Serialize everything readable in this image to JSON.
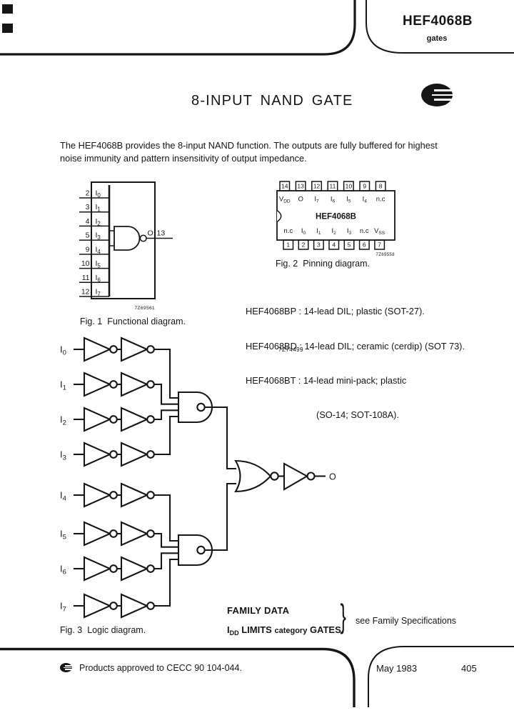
{
  "colors": {
    "ink": "#161616",
    "paper": "#ffffff"
  },
  "header": {
    "part_number": "HEF4068B",
    "category": "gates"
  },
  "title": "8-INPUT NAND GATE",
  "description": "The HEF4068B provides the 8-input NAND function. The outputs are fully buffered for highest noise immunity and pattern insensitivity of output impedance.",
  "fig1": {
    "caption": "Fig. 1  Functional diagram.",
    "code": "7Z69561",
    "output_label": "O",
    "output_pin": "13",
    "input_base": "I",
    "pins": [
      "2",
      "3",
      "4",
      "5",
      "9",
      "10",
      "11",
      "12"
    ],
    "input_subs": [
      "0",
      "1",
      "2",
      "3",
      "4",
      "5",
      "6",
      "7"
    ]
  },
  "fig2": {
    "caption": "Fig. 2  Pinning diagram.",
    "code": "7Z69558",
    "chip_label": "HEF4068B",
    "top_pins": [
      "14",
      "13",
      "12",
      "11",
      "10",
      "9",
      "8"
    ],
    "top_labels": [
      {
        "b": "V",
        "s": "DD"
      },
      {
        "b": "O"
      },
      {
        "b": "I",
        "s": "7"
      },
      {
        "b": "I",
        "s": "6"
      },
      {
        "b": "I",
        "s": "5"
      },
      {
        "b": "I",
        "s": "4"
      },
      {
        "b": "n.c"
      }
    ],
    "bottom_labels": [
      {
        "b": "n.c"
      },
      {
        "b": "I",
        "s": "0"
      },
      {
        "b": "I",
        "s": "1"
      },
      {
        "b": "I",
        "s": "2"
      },
      {
        "b": "I",
        "s": "3"
      },
      {
        "b": "n.c"
      },
      {
        "b": "V",
        "s": "SS"
      }
    ],
    "bottom_pins": [
      "1",
      "2",
      "3",
      "4",
      "5",
      "6",
      "7"
    ]
  },
  "packages": [
    "HEF4068BP : 14-lead DIL; plastic (SOT-27).",
    "HEF4068BD : 14-lead DIL; ceramic (cerdip) (SOT 73).",
    "HEF4068BT : 14-lead mini-pack; plastic",
    "(SO-14; SOT-108A)."
  ],
  "fig3": {
    "caption": "Fig. 3  Logic diagram.",
    "code": "7Z74499",
    "output_label": "O",
    "input_base": "I",
    "input_subs": [
      "0",
      "1",
      "2",
      "3",
      "4",
      "5",
      "6",
      "7"
    ]
  },
  "family": {
    "heading": "FAMILY DATA",
    "idd_i": "I",
    "idd_sub": "DD",
    "idd_rest1": " LIMITS ",
    "idd_cat": "category",
    "idd_rest2": " GATES",
    "brace": "}",
    "note": "see Family Specifications"
  },
  "footer": {
    "approval": "Products approved to CECC 90 104-044.",
    "date": "May 1983",
    "page": "405"
  }
}
